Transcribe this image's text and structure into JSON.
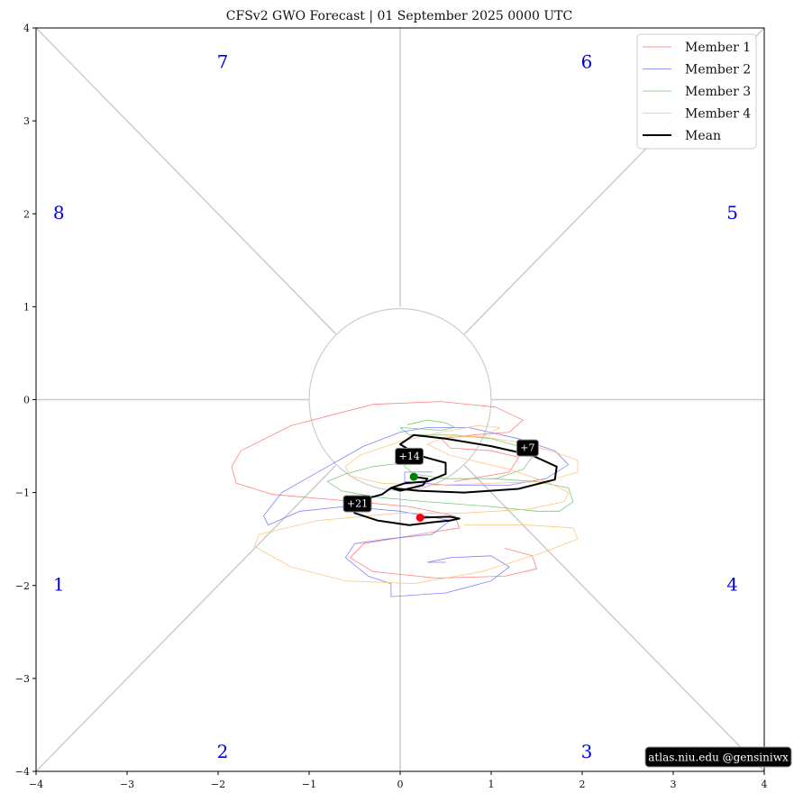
{
  "chart_data": {
    "type": "line",
    "title": "CFSv2 GWO Forecast   |   01  September  2025 0000 UTC",
    "xlim": [
      -4,
      4
    ],
    "ylim": [
      -4,
      4
    ],
    "xticks": [
      -4,
      -3,
      -2,
      -1,
      0,
      1,
      2,
      3,
      4
    ],
    "yticks": [
      -4,
      -3,
      -2,
      -1,
      0,
      1,
      2,
      3,
      4
    ],
    "xtick_labels": [
      "−4",
      "−3",
      "−2",
      "−1",
      "0",
      "1",
      "2",
      "3",
      "4"
    ],
    "ytick_labels": [
      "−4",
      "−3",
      "−2",
      "−1",
      "0",
      "1",
      "2",
      "3",
      "4"
    ],
    "grid": false,
    "legend_position": "top-right",
    "unit_circle_radius": 1,
    "phase_labels": [
      {
        "label": "1",
        "x": -3.75,
        "y": -2.0
      },
      {
        "label": "2",
        "x": -1.95,
        "y": -3.8
      },
      {
        "label": "3",
        "x": 2.05,
        "y": -3.8
      },
      {
        "label": "4",
        "x": 3.65,
        "y": -2.0
      },
      {
        "label": "5",
        "x": 3.65,
        "y": 2.0
      },
      {
        "label": "6",
        "x": 2.05,
        "y": 3.62
      },
      {
        "label": "7",
        "x": -1.95,
        "y": 3.62
      },
      {
        "label": "8",
        "x": -3.75,
        "y": 2.0
      }
    ],
    "series": [
      {
        "name": "Member 1",
        "color": "#ff7373",
        "points": [
          [
            1.15,
            -1.6
          ],
          [
            1.45,
            -1.68
          ],
          [
            1.5,
            -1.82
          ],
          [
            1.15,
            -1.9
          ],
          [
            0.4,
            -1.92
          ],
          [
            -0.3,
            -1.85
          ],
          [
            -0.55,
            -1.7
          ],
          [
            -0.4,
            -1.55
          ],
          [
            0.2,
            -1.45
          ],
          [
            0.65,
            -1.38
          ],
          [
            0.6,
            -1.25
          ],
          [
            0.1,
            -1.15
          ],
          [
            -0.7,
            -1.08
          ],
          [
            -1.4,
            -1.02
          ],
          [
            -1.8,
            -0.9
          ],
          [
            -1.85,
            -0.72
          ],
          [
            -1.75,
            -0.55
          ],
          [
            -1.2,
            -0.28
          ],
          [
            -0.3,
            -0.05
          ],
          [
            0.45,
            -0.02
          ],
          [
            1.05,
            -0.08
          ],
          [
            1.35,
            -0.22
          ],
          [
            1.2,
            -0.35
          ],
          [
            0.8,
            -0.38
          ],
          [
            0.45,
            -0.42
          ],
          [
            0.55,
            -0.52
          ],
          [
            1.0,
            -0.55
          ],
          [
            1.3,
            -0.62
          ],
          [
            1.2,
            -0.78
          ],
          [
            0.6,
            -0.88
          ]
        ]
      },
      {
        "name": "Member 2",
        "color": "#7373ff",
        "points": [
          [
            0.5,
            -1.75
          ],
          [
            0.3,
            -1.75
          ],
          [
            0.55,
            -1.7
          ],
          [
            1.0,
            -1.68
          ],
          [
            1.2,
            -1.8
          ],
          [
            1.0,
            -1.95
          ],
          [
            0.5,
            -2.08
          ],
          [
            -0.1,
            -2.12
          ],
          [
            -0.1,
            -1.98
          ],
          [
            -0.35,
            -1.9
          ],
          [
            -0.6,
            -1.7
          ],
          [
            -0.5,
            -1.55
          ],
          [
            -0.15,
            -1.5
          ],
          [
            0.35,
            -1.45
          ],
          [
            0.55,
            -1.3
          ],
          [
            0.0,
            -1.2
          ],
          [
            -0.6,
            -1.15
          ],
          [
            -1.1,
            -1.2
          ],
          [
            -1.45,
            -1.35
          ],
          [
            -1.5,
            -1.25
          ],
          [
            -1.3,
            -1.0
          ],
          [
            -0.85,
            -0.75
          ],
          [
            -0.4,
            -0.5
          ],
          [
            0.0,
            -0.35
          ],
          [
            0.3,
            -0.3
          ],
          [
            0.75,
            -0.3
          ],
          [
            1.3,
            -0.42
          ],
          [
            1.7,
            -0.55
          ],
          [
            1.85,
            -0.7
          ],
          [
            1.6,
            -0.85
          ],
          [
            1.2,
            -0.92
          ],
          [
            0.5,
            -0.92
          ],
          [
            0.05,
            -0.88
          ],
          [
            0.05,
            -0.78
          ],
          [
            0.35,
            -0.78
          ]
        ]
      },
      {
        "name": "Member 3",
        "color": "#73c173",
        "points": [
          [
            0.08,
            -0.27
          ],
          [
            0.3,
            -0.22
          ],
          [
            0.5,
            -0.25
          ],
          [
            0.6,
            -0.3
          ],
          [
            0.45,
            -0.33
          ],
          [
            0.0,
            -0.3
          ],
          [
            0.1,
            -0.38
          ],
          [
            0.6,
            -0.38
          ],
          [
            1.0,
            -0.42
          ],
          [
            1.3,
            -0.5
          ],
          [
            1.45,
            -0.62
          ],
          [
            1.35,
            -0.75
          ],
          [
            1.05,
            -0.85
          ],
          [
            0.5,
            -0.85
          ],
          [
            0.15,
            -0.8
          ],
          [
            0.05,
            -0.72
          ],
          [
            0.05,
            -0.68
          ],
          [
            -0.3,
            -0.72
          ],
          [
            -0.6,
            -0.8
          ],
          [
            -0.8,
            -0.88
          ],
          [
            -0.65,
            -0.98
          ],
          [
            -0.25,
            -1.05
          ],
          [
            0.3,
            -1.1
          ],
          [
            1.0,
            -1.15
          ],
          [
            1.5,
            -1.2
          ],
          [
            1.75,
            -1.2
          ],
          [
            1.9,
            -1.1
          ],
          [
            1.85,
            -0.95
          ],
          [
            1.5,
            -0.88
          ],
          [
            1.0,
            -0.85
          ],
          [
            0.55,
            -0.85
          ]
        ]
      },
      {
        "name": "Member 4",
        "color": "#ffc073",
        "points": [
          [
            0.5,
            -0.38
          ],
          [
            0.9,
            -0.4
          ],
          [
            1.25,
            -0.45
          ],
          [
            1.65,
            -0.55
          ],
          [
            1.95,
            -0.65
          ],
          [
            1.95,
            -0.78
          ],
          [
            1.6,
            -0.88
          ],
          [
            1.0,
            -0.9
          ],
          [
            0.4,
            -0.92
          ],
          [
            -0.2,
            -0.9
          ],
          [
            -0.55,
            -0.82
          ],
          [
            -0.6,
            -0.72
          ],
          [
            -0.45,
            -0.6
          ],
          [
            0.0,
            -0.45
          ],
          [
            0.45,
            -0.35
          ],
          [
            0.85,
            -0.28
          ],
          [
            1.1,
            -0.3
          ],
          [
            0.9,
            -0.4
          ],
          [
            0.5,
            -0.4
          ],
          [
            0.3,
            -0.48
          ],
          [
            0.55,
            -0.6
          ],
          [
            1.2,
            -0.75
          ],
          [
            1.65,
            -0.9
          ],
          [
            1.85,
            -1.0
          ],
          [
            1.8,
            -1.1
          ],
          [
            1.4,
            -1.18
          ],
          [
            0.7,
            -1.22
          ],
          [
            0.0,
            -1.22
          ],
          [
            -0.9,
            -1.3
          ],
          [
            -1.55,
            -1.45
          ],
          [
            -1.6,
            -1.58
          ],
          [
            -1.2,
            -1.8
          ],
          [
            -0.6,
            -1.95
          ],
          [
            0.15,
            -1.98
          ],
          [
            0.9,
            -1.85
          ],
          [
            1.55,
            -1.65
          ],
          [
            1.95,
            -1.5
          ],
          [
            1.9,
            -1.38
          ],
          [
            1.4,
            -1.35
          ],
          [
            0.7,
            -1.35
          ]
        ]
      },
      {
        "name": "Mean",
        "color": "#000000",
        "points": [
          [
            0.15,
            -0.83
          ],
          [
            0.3,
            -0.85
          ],
          [
            0.25,
            -0.92
          ],
          [
            0.0,
            -0.98
          ],
          [
            -0.1,
            -0.95
          ],
          [
            0.2,
            -0.98
          ],
          [
            0.7,
            -1.0
          ],
          [
            1.3,
            -0.96
          ],
          [
            1.7,
            -0.86
          ],
          [
            1.72,
            -0.72
          ],
          [
            1.45,
            -0.6
          ],
          [
            1.0,
            -0.5
          ],
          [
            0.5,
            -0.42
          ],
          [
            0.15,
            -0.38
          ],
          [
            0.0,
            -0.48
          ],
          [
            0.2,
            -0.6
          ],
          [
            0.5,
            -0.68
          ],
          [
            0.5,
            -0.8
          ],
          [
            0.3,
            -0.88
          ],
          [
            0.05,
            -0.9
          ],
          [
            -0.1,
            -0.95
          ],
          [
            -0.2,
            -1.02
          ],
          [
            -0.35,
            -1.06
          ],
          [
            -0.55,
            -1.12
          ],
          [
            -0.5,
            -1.22
          ],
          [
            -0.25,
            -1.3
          ],
          [
            0.1,
            -1.35
          ],
          [
            0.35,
            -1.32
          ],
          [
            0.55,
            -1.3
          ],
          [
            0.65,
            -1.28
          ],
          [
            0.55,
            -1.26
          ],
          [
            0.2,
            -1.27
          ]
        ]
      }
    ],
    "markers": [
      {
        "name": "start",
        "color": "#008000",
        "x": 0.15,
        "y": -0.83
      },
      {
        "name": "end",
        "color": "#ff0000",
        "x": 0.22,
        "y": -1.27
      }
    ],
    "annotations": [
      {
        "label": "+7",
        "x": 1.4,
        "y": -0.52
      },
      {
        "label": "+14",
        "x": 0.1,
        "y": -0.61
      },
      {
        "label": "+21",
        "x": -0.47,
        "y": -1.12
      }
    ],
    "credit": "atlas.niu.edu  @gensiniwx"
  }
}
